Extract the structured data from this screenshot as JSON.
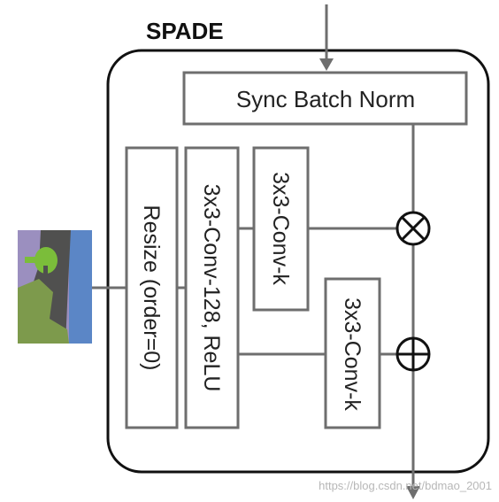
{
  "title": "SPADE",
  "blocks": {
    "sync_batch_norm": "Sync Batch Norm",
    "resize": "Resize (order=0)",
    "conv128": "3x3-Conv-128, ReLU",
    "conv_k_gamma": "3x3-Conv-k",
    "conv_k_beta": "3x3-Conv-k"
  },
  "operators": {
    "multiply": "⊗",
    "add": "⊕"
  },
  "segmap_colors": {
    "sky": "#5b86c6",
    "tree": "#50504f",
    "grass": "#7d9a4c",
    "leaf": "#7bbd3a",
    "ground": "#9b8fbf"
  },
  "watermark": "https://blog.csdn.net/bdmao_2001"
}
